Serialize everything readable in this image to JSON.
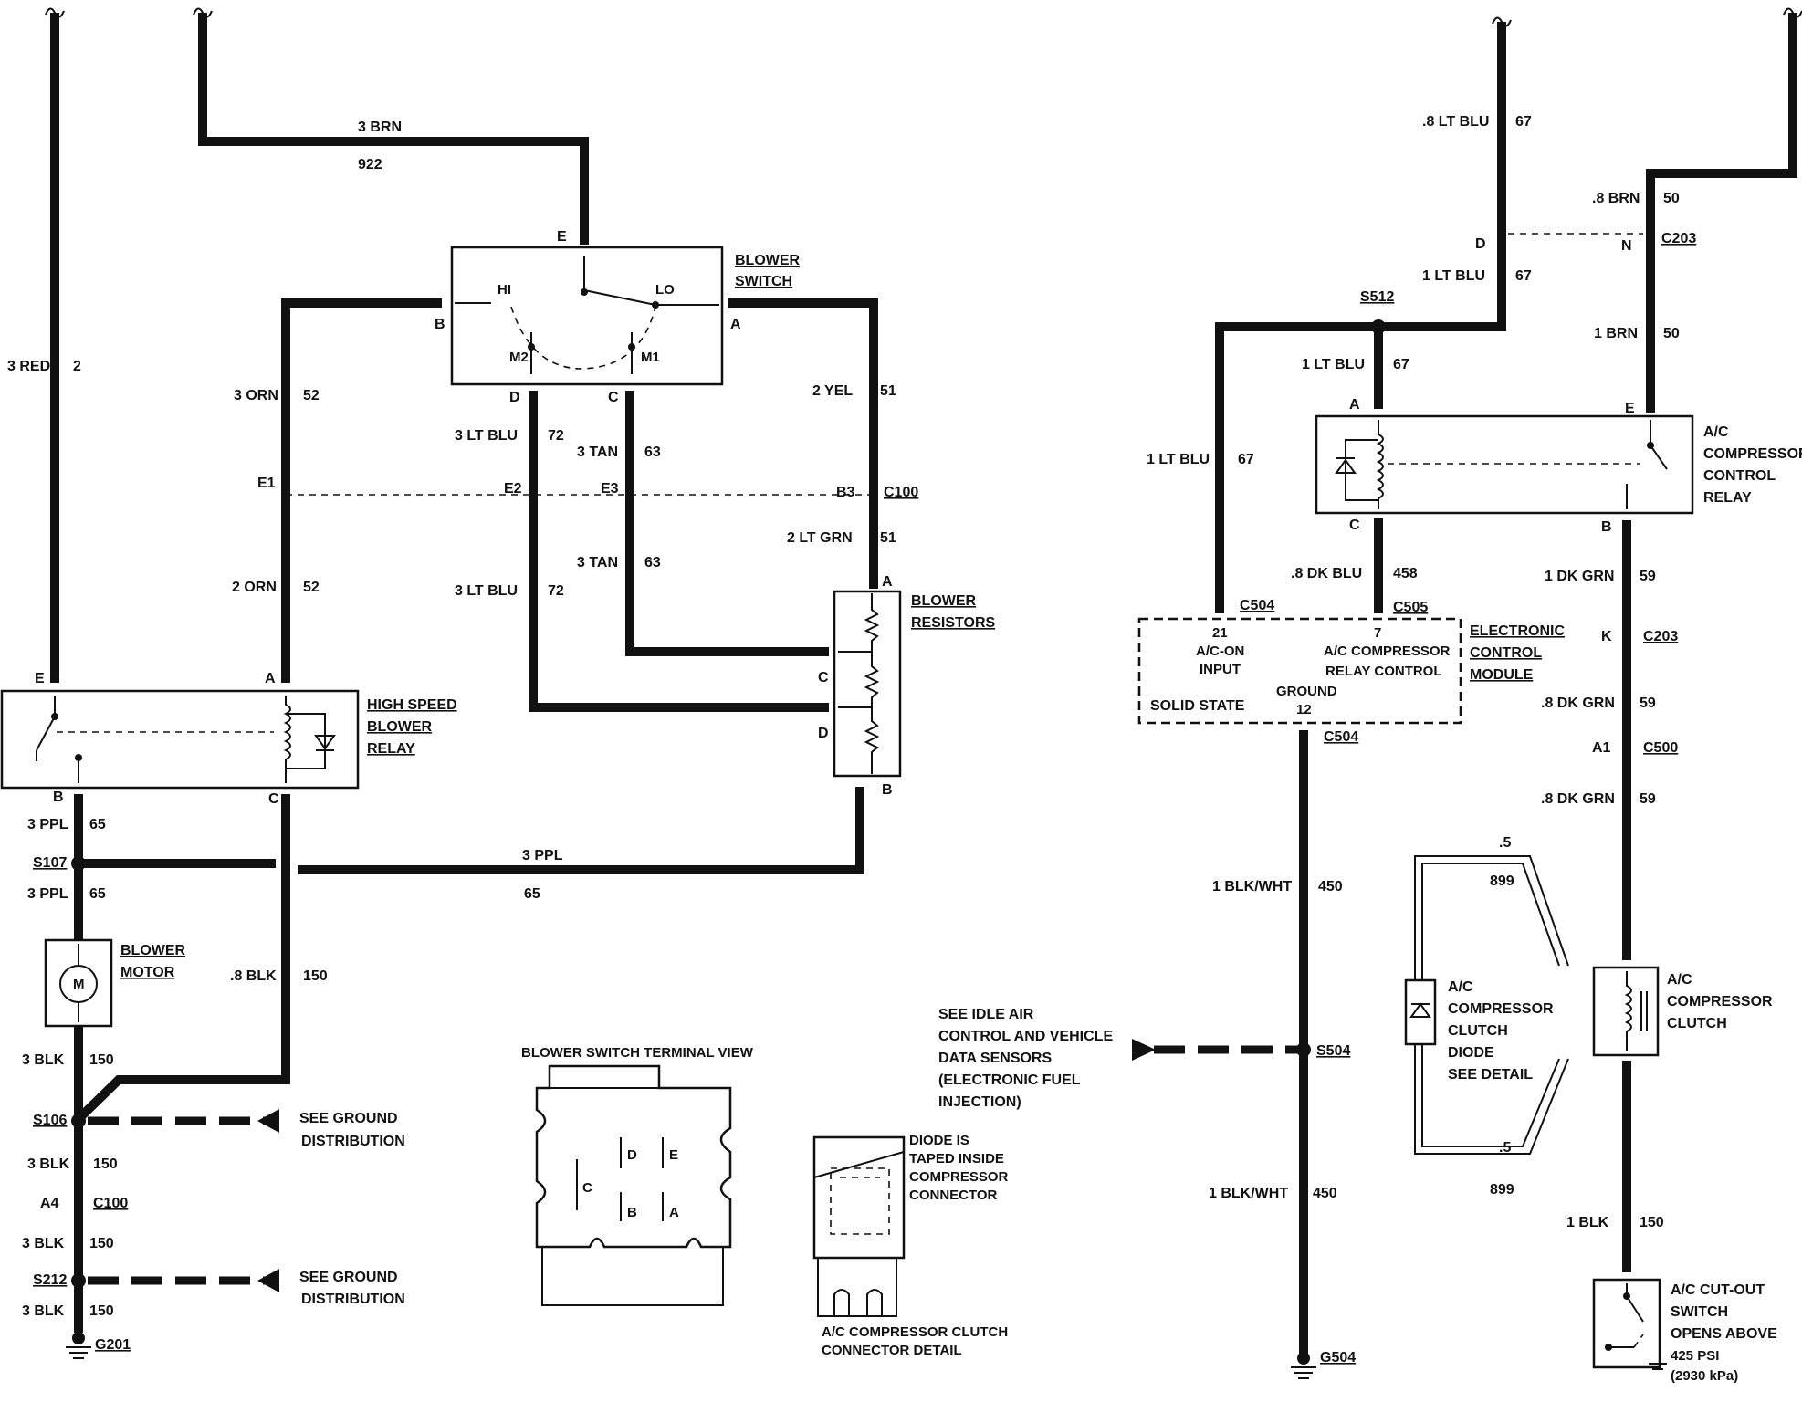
{
  "wires": {
    "red_2": {
      "gauge": "3 RED",
      "circuit": "2"
    },
    "brn_922": {
      "gauge": "3 BRN",
      "circuit": "922"
    },
    "orn_52": {
      "gauge": "3 ORN",
      "circuit": "52"
    },
    "ltblu_72_upper": {
      "gauge": "3 LT BLU",
      "circuit": "72"
    },
    "tan_63_upper": {
      "gauge": "3 TAN",
      "circuit": "63"
    },
    "yel_51": {
      "gauge": "2 YEL",
      "circuit": "51"
    },
    "orn_52_lower": {
      "gauge": "2 ORN",
      "circuit": "52"
    },
    "ltblu_72_lower": {
      "gauge": "3 LT BLU",
      "circuit": "72"
    },
    "tan_63_lower": {
      "gauge": "3 TAN",
      "circuit": "63"
    },
    "ltgrn_51": {
      "gauge": "2 LT GRN",
      "circuit": "51"
    },
    "ppl_65_a": {
      "gauge": "3 PPL",
      "circuit": "65"
    },
    "ppl_65_b": {
      "gauge": "3 PPL",
      "circuit": "65"
    },
    "ppl_65_c": {
      "gauge": "3 PPL",
      "circuit": "65"
    },
    "blk_150_relay": {
      "gauge": ".8 BLK",
      "circuit": "150"
    },
    "blk_150_a": {
      "gauge": "3 BLK",
      "circuit": "150"
    },
    "blk_150_b": {
      "gauge": "3 BLK",
      "circuit": "150"
    },
    "blk_150_c": {
      "gauge": "3 BLK",
      "circuit": "150"
    },
    "blk_150_d": {
      "gauge": "3 BLK",
      "circuit": "150"
    },
    "ltblu_67_top": {
      "gauge": ".8 LT BLU",
      "circuit": "67"
    },
    "ltblu_67_d": {
      "gauge": "1 LT BLU",
      "circuit": "67"
    },
    "ltblu_67_a": {
      "gauge": "1 LT BLU",
      "circuit": "67"
    },
    "ltblu_67_left": {
      "gauge": "1 LT BLU",
      "circuit": "67"
    },
    "brn_50_top": {
      "gauge": ".8 BRN",
      "circuit": "50"
    },
    "brn_50": {
      "gauge": "1 BRN",
      "circuit": "50"
    },
    "dkblu_458": {
      "gauge": ".8 DK BLU",
      "circuit": "458"
    },
    "dkgrn_59_a": {
      "gauge": "1 DK GRN",
      "circuit": "59"
    },
    "dkgrn_59_b": {
      "gauge": ".8 DK GRN",
      "circuit": "59"
    },
    "dkgrn_59_c": {
      "gauge": ".8 DK GRN",
      "circuit": "59"
    },
    "blkwht_450_a": {
      "gauge": "1 BLK/WHT",
      "circuit": "450"
    },
    "blkwht_450_b": {
      "gauge": "1 BLK/WHT",
      "circuit": "450"
    },
    "diode_899_top": {
      "gauge": ".5",
      "circuit": "899"
    },
    "diode_899_bottom": {
      "gauge": ".5",
      "circuit": "899"
    },
    "blk_150_cutout": {
      "gauge": "1 BLK",
      "circuit": "150"
    }
  },
  "components": {
    "blower_switch": [
      "BLOWER",
      "SWITCH"
    ],
    "blower_switch_positions": {
      "hi": "HI",
      "lo": "LO",
      "m2": "M2",
      "m1": "M1"
    },
    "blower_resistors": [
      "BLOWER",
      "RESISTORS"
    ],
    "high_speed_relay": [
      "HIGH SPEED",
      "BLOWER",
      "RELAY"
    ],
    "blower_motor": [
      "BLOWER",
      "MOTOR"
    ],
    "motor_symbol": "M",
    "ac_relay": [
      "A/C",
      "COMPRESSOR",
      "CONTROL",
      "RELAY"
    ],
    "ecm": [
      "ELECTRONIC",
      "CONTROL",
      "MODULE"
    ],
    "ecm_pin21": [
      "21",
      "A/C-ON",
      "INPUT"
    ],
    "ecm_pin7": [
      "7",
      "A/C COMPRESSOR",
      "RELAY CONTROL"
    ],
    "ecm_ground": [
      "GROUND",
      "12"
    ],
    "ecm_solid_state": "SOLID STATE",
    "clutch": [
      "A/C",
      "COMPRESSOR",
      "CLUTCH"
    ],
    "clutch_diode": [
      "A/C",
      "COMPRESSOR",
      "CLUTCH",
      "DIODE",
      "SEE DETAIL"
    ],
    "cutout_switch": [
      "A/C CUT-OUT",
      "SWITCH",
      "OPENS ABOVE",
      "425 PSI",
      "(2930 kPa)"
    ]
  },
  "connectors": {
    "c100": "C100",
    "c100_e1": "E1",
    "c100_e2": "E2",
    "c100_e3": "E3",
    "c100_b3": "B3",
    "c100_a4": "A4",
    "c203": "C203",
    "c203_d": "D",
    "c203_n": "N",
    "c203_k": "K",
    "c504": "C504",
    "c505": "C505",
    "c500": "C500",
    "c500_a1": "A1",
    "s107": "S107",
    "s106": "S106",
    "s212": "S212",
    "g201": "G201",
    "s512": "S512",
    "s504": "S504",
    "g504": "G504"
  },
  "pins": {
    "e": "E",
    "b": "B",
    "a": "A",
    "d": "D",
    "c": "C"
  },
  "references": {
    "ground_dist_1": [
      "SEE GROUND",
      "DISTRIBUTION"
    ],
    "ground_dist_2": [
      "SEE GROUND",
      "DISTRIBUTION"
    ],
    "idle_air": [
      "SEE IDLE AIR",
      "CONTROL AND VEHICLE",
      "DATA SENSORS",
      "(ELECTRONIC FUEL",
      "INJECTION)"
    ]
  },
  "details": {
    "terminal_view_title": "BLOWER SWITCH TERMINAL VIEW",
    "terminal_view_pins": {
      "d": "D",
      "e": "E",
      "c": "C",
      "b": "B",
      "a": "A"
    },
    "diode_note": [
      "DIODE IS",
      "TAPED INSIDE",
      "COMPRESSOR",
      "CONNECTOR"
    ],
    "clutch_connector_caption": [
      "A/C COMPRESSOR CLUTCH",
      "CONNECTOR DETAIL"
    ]
  }
}
